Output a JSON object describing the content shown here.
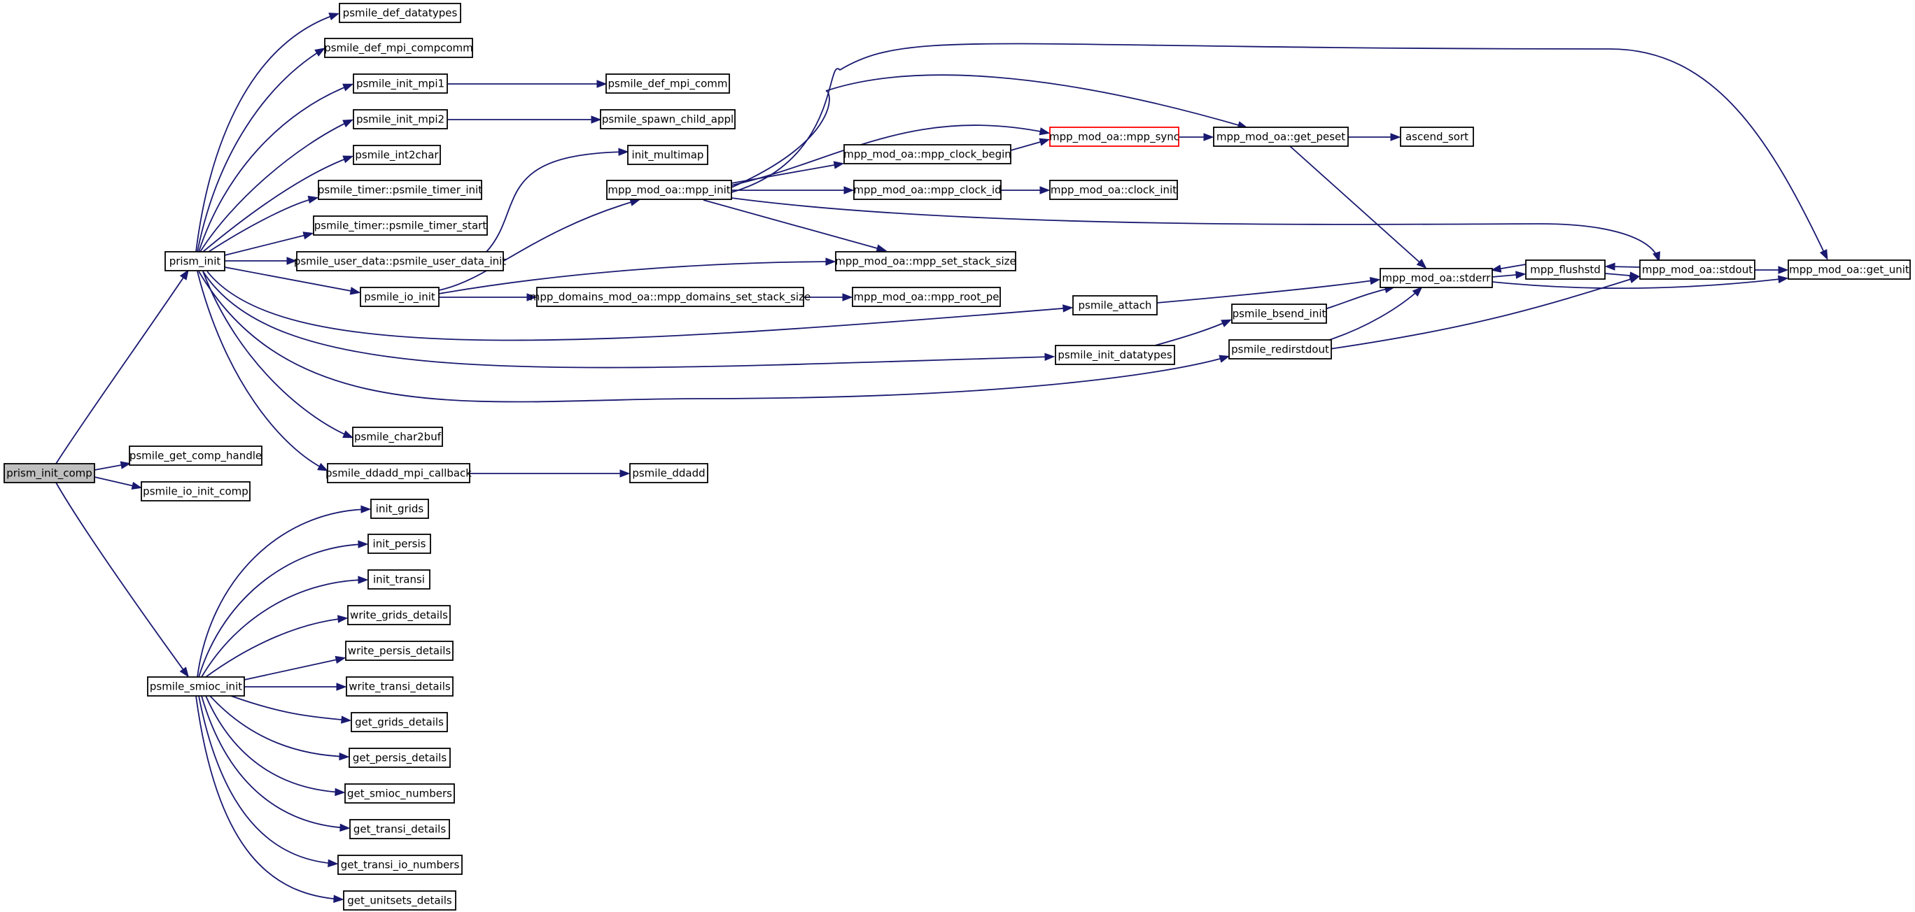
{
  "graph": {
    "nodes": {
      "prism_init_comp": "prism_init_comp",
      "prism_init": "prism_init",
      "psmile_get_comp_handle": "psmile_get_comp_handle",
      "psmile_io_init_comp": "psmile_io_init_comp",
      "psmile_smioc_init": "psmile_smioc_init",
      "psmile_def_datatypes": "psmile_def_datatypes",
      "psmile_def_mpi_compcomm": "psmile_def_mpi_compcomm",
      "psmile_init_mpi1": "psmile_init_mpi1",
      "psmile_init_mpi2": "psmile_init_mpi2",
      "psmile_int2char": "psmile_int2char",
      "psmile_timer_init": "psmile_timer::psmile_timer_init",
      "psmile_timer_start": "psmile_timer::psmile_timer_start",
      "psmile_user_data_init": "psmile_user_data::psmile_user_data_init",
      "psmile_io_init": "psmile_io_init",
      "psmile_char2buf": "psmile_char2buf",
      "psmile_ddadd_mpi_callback": "psmile_ddadd_mpi_callback",
      "psmile_def_mpi_comm": "psmile_def_mpi_comm",
      "psmile_spawn_child_appl": "psmile_spawn_child_appl",
      "init_multimap": "init_multimap",
      "mpp_init": "mpp_mod_oa::mpp_init",
      "mpp_domains_set_stack_size": "mpp_domains_mod_oa::mpp_domains_set_stack_size",
      "psmile_ddadd": "psmile_ddadd",
      "mpp_clock_begin": "mpp_mod_oa::mpp_clock_begin",
      "mpp_clock_id": "mpp_mod_oa::mpp_clock_id",
      "mpp_set_stack_size": "mpp_mod_oa::mpp_set_stack_size",
      "mpp_root_pe": "mpp_mod_oa::mpp_root_pe",
      "psmile_attach": "psmile_attach",
      "psmile_init_datatypes": "psmile_init_datatypes",
      "mpp_sync": "mpp_mod_oa::mpp_sync",
      "clock_init": "mpp_mod_oa::clock_init",
      "get_peset": "mpp_mod_oa::get_peset",
      "ascend_sort": "ascend_sort",
      "stderr": "mpp_mod_oa::stderr",
      "psmile_bsend_init": "psmile_bsend_init",
      "psmile_redirstdout": "psmile_redirstdout",
      "mpp_flushstd": "mpp_flushstd",
      "stdout": "mpp_mod_oa::stdout",
      "get_unit": "mpp_mod_oa::get_unit",
      "init_grids": "init_grids",
      "init_persis": "init_persis",
      "init_transi": "init_transi",
      "write_grids_details": "write_grids_details",
      "write_persis_details": "write_persis_details",
      "write_transi_details": "write_transi_details",
      "get_grids_details": "get_grids_details",
      "get_persis_details": "get_persis_details",
      "get_smioc_numbers": "get_smioc_numbers",
      "get_transi_details": "get_transi_details",
      "get_transi_io_numbers": "get_transi_io_numbers",
      "get_unitsets_details": "get_unitsets_details"
    },
    "highlighted_node": "prism_init_comp",
    "highlighted_node_fill": "#bfbfbf",
    "warning_node": "mpp_sync",
    "warning_border": "#ff0000",
    "edge_color": "#191970"
  }
}
